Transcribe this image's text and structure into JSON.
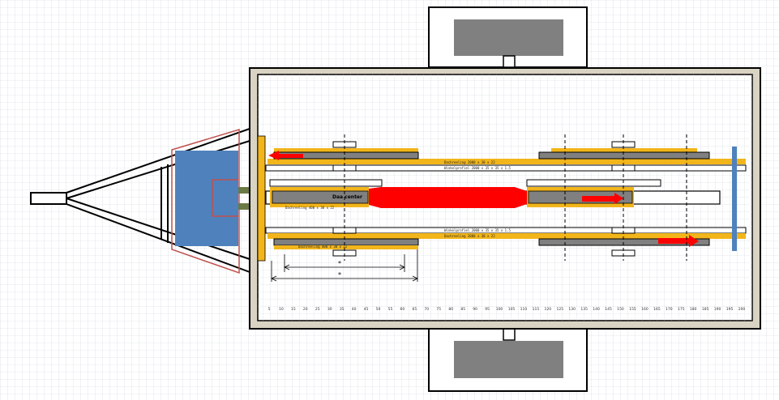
{
  "labels": {
    "top_rail_1": "Dachreeling 2000 x 30 x 22",
    "top_rail_2": "Winkelprofiel 2000 x 35 x 35 x 1.5",
    "center_label": "Daa center",
    "center_rail": "Dachreeling 400 x 30 x 22",
    "bottom_rail_1": "Winkelprofiel 2000 x 35 x 35 x 1.5",
    "bottom_rail_2": "Dachreeling 2000 x 30 x 22",
    "bottom_rail_3": "Dachreeling 400 x 30 x 22",
    "dim_1": "*",
    "dim_2": "*"
  },
  "scale_ticks": [
    "5",
    "10",
    "15",
    "20",
    "25",
    "30",
    "35",
    "40",
    "45",
    "50",
    "55",
    "60",
    "65",
    "70",
    "75",
    "80",
    "85",
    "90",
    "95",
    "100",
    "105",
    "110",
    "115",
    "120",
    "125",
    "130",
    "135",
    "140",
    "145",
    "150",
    "155",
    "160",
    "165",
    "170",
    "175",
    "180",
    "185",
    "190",
    "195",
    "200"
  ],
  "colors": {
    "frame": "#d9d3c3",
    "rail_yellow": "#f2b51a",
    "rail_gray": "#808080",
    "arrow_red": "#ff0000",
    "hitch_blue": "#4f81bd",
    "hitch_outline": "#c0504d",
    "bar_blue": "#4f81bd",
    "wheel_gray": "#808080",
    "connector_green": "#6b7a44"
  }
}
